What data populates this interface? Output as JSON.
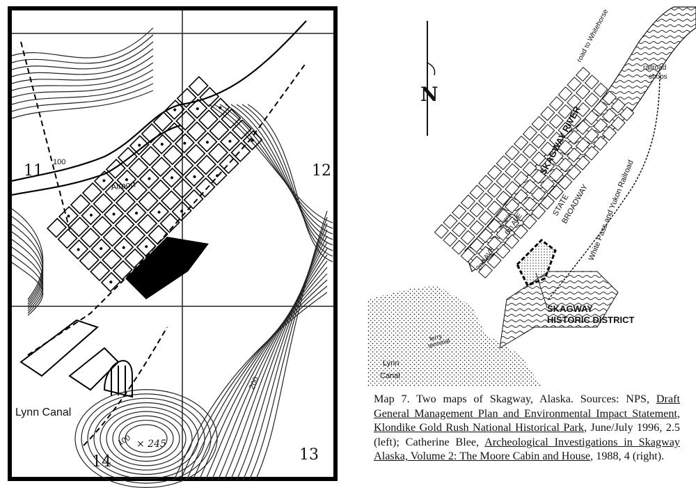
{
  "left_map": {
    "grid_numbers": {
      "nw": "11",
      "ne": "12",
      "sw": "14",
      "se": "13"
    },
    "contour_labels": {
      "c100": "100",
      "c200": "200",
      "c100b": "100"
    },
    "spot_elevation": "× 245",
    "airport_label": "Airport",
    "water_label": "Lynn Canal"
  },
  "right_map": {
    "north_label": "N",
    "road_label": "road to Whitehorse",
    "railroad_shops": [
      "railroad",
      "shops"
    ],
    "railroad_label": "White Pass and Yukon Railroad",
    "river_label": "SKAGWAY RIVER",
    "state_label": "STATE",
    "broadway_label": "BROADWAY",
    "airstrip_label": "airstrip",
    "sixth_ave": "6th AVE",
    "second_ave": "2nd AVE",
    "ferry_label": [
      "ferry",
      "terminal"
    ],
    "water_label": [
      "Lynn",
      "Canal"
    ],
    "district_label": [
      "SKAGWAY",
      "HISTORIC DISTRICT"
    ]
  },
  "caption": {
    "lead": "Map 7.  Two maps of Skagway, Alaska.  Sources: NPS,",
    "doc1": "Draft General Management Plan and Environmental Impact Statement, Klondike Gold Rush National Historical Park",
    "mid": ", June/July 1996, 2.5 (left); Catherine Blee,",
    "doc2": "Archeological Investigations in Skagway Alaska, Volume 2: The Moore Cabin and House",
    "tail": ", 1988, 4 (right)."
  }
}
